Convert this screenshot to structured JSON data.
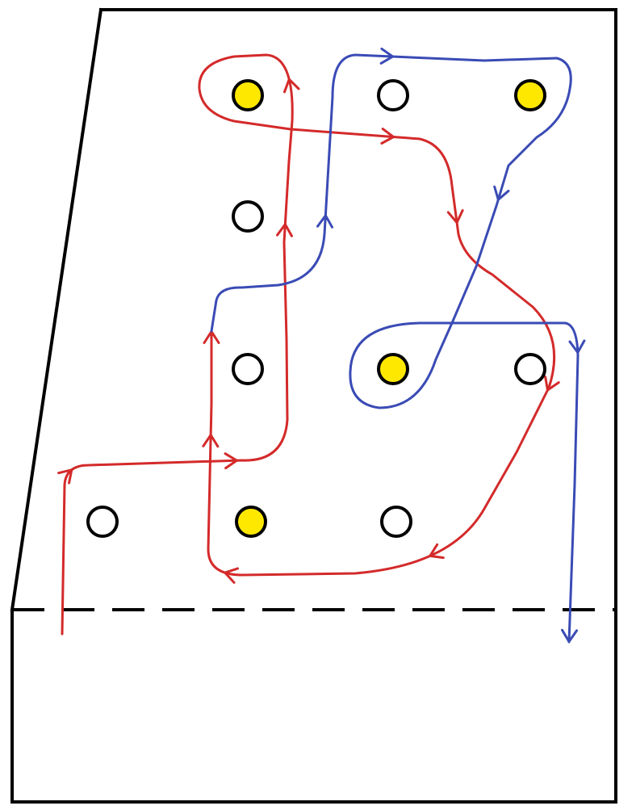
{
  "colors": {
    "background": "#ffffff",
    "outline": "#000000",
    "red_path": "#d42a2a",
    "blue_path": "#3a4bb5",
    "marker_filled": "#ffe800",
    "marker_empty": "#ffffff"
  },
  "markers": [
    {
      "name": "marker-r1-c1",
      "filled": true
    },
    {
      "name": "marker-r1-c2",
      "filled": false
    },
    {
      "name": "marker-r1-c3",
      "filled": true
    },
    {
      "name": "marker-r2-c1",
      "filled": false
    },
    {
      "name": "marker-r3-c1",
      "filled": false
    },
    {
      "name": "marker-r3-c2",
      "filled": true
    },
    {
      "name": "marker-r3-c3",
      "filled": false
    },
    {
      "name": "marker-r4-c0",
      "filled": false
    },
    {
      "name": "marker-r4-c1",
      "filled": true
    },
    {
      "name": "marker-r4-c2",
      "filled": false
    }
  ],
  "paths": [
    {
      "name": "red-route",
      "color_key": "red_path"
    },
    {
      "name": "blue-route",
      "color_key": "blue_path"
    }
  ]
}
